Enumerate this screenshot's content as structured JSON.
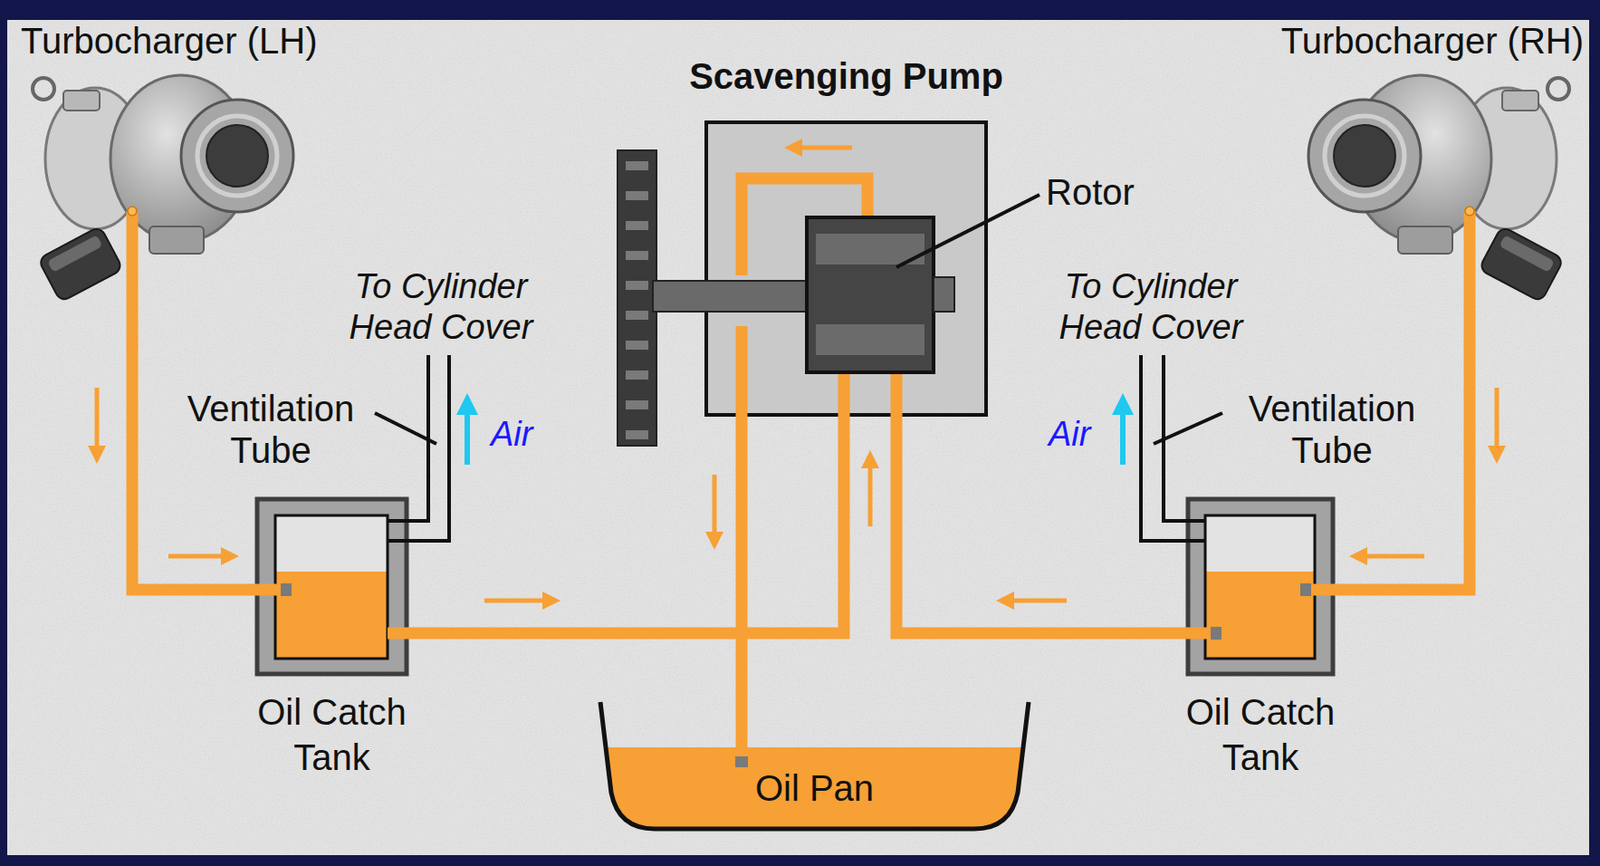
{
  "diagram": {
    "nodes": [
      {
        "text": [
          "Turbocharger (LH)"
        ]
      },
      {
        "text": [
          "Scavenging Pump"
        ]
      },
      {
        "text": [
          "Turbocharger (RH)"
        ]
      },
      {
        "text": [
          "Oil Catch Tank"
        ]
      },
      {
        "text": [
          "Oil Catch Tank"
        ]
      },
      {
        "text": [
          "Oil Pan"
        ]
      }
    ],
    "edges": [
      {
        "from": 0,
        "to": 3,
        "arrow": "to"
      },
      {
        "from": 3,
        "to": 1,
        "arrow": "to"
      },
      {
        "from": 4,
        "to": 1,
        "arrow": "to"
      },
      {
        "from": 2,
        "to": 4,
        "arrow": "to"
      },
      {
        "from": 1,
        "to": 5,
        "arrow": "to"
      }
    ],
    "labels": [
      "Rotor",
      "To Cylinder Head Cover",
      "Ventilation Tube",
      "Air",
      "To Cylinder Head Cover",
      "Ventilation Tube",
      "Air"
    ]
  }
}
